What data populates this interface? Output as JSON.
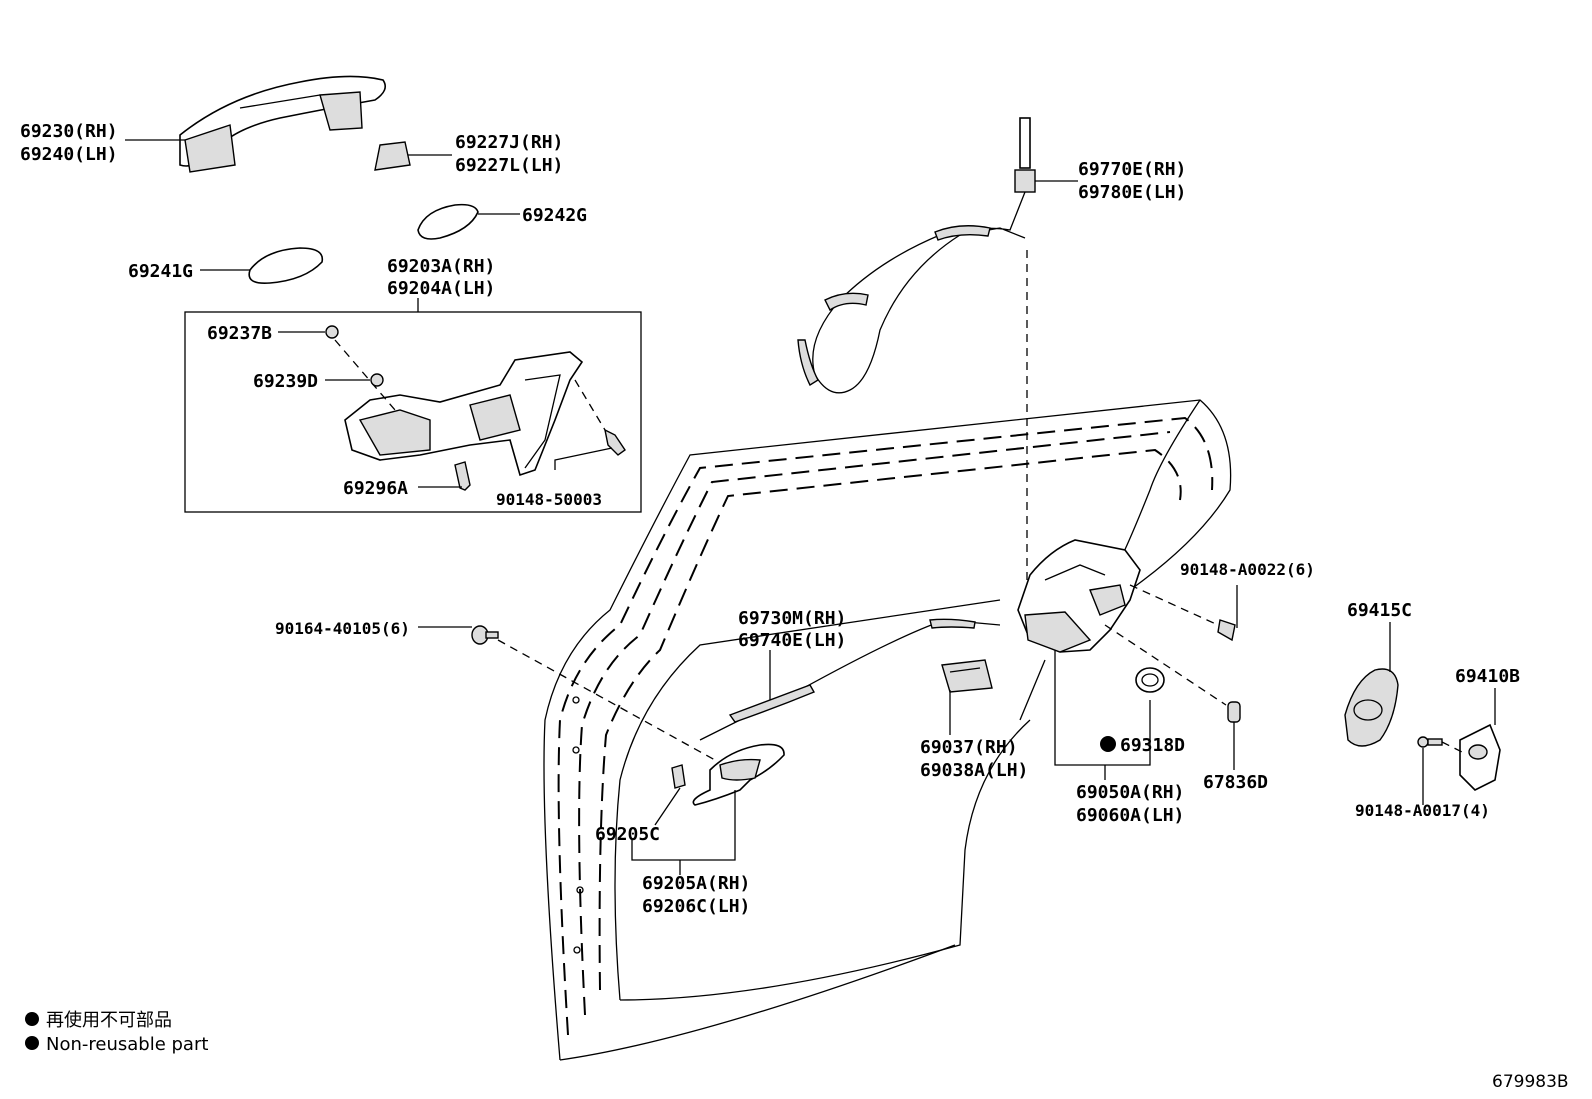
{
  "labels": {
    "handle_outer_rh": "69230(RH)",
    "handle_outer_lh": "69240(LH)",
    "cover_rh": "69227J(RH)",
    "cover_lh": "69227L(LH)",
    "pad_242g": "69242G",
    "pad_241g": "69241G",
    "frame_rh": "69203A(RH)",
    "frame_lh": "69204A(LH)",
    "p69237b": "69237B",
    "p69239d": "69239D",
    "p69296a": "69296A",
    "bolt_50003": "90148-50003",
    "cable_rh": "69770E(RH)",
    "cable_lh": "69780E(LH)",
    "bolt_a0022": "90148-A0022(6)",
    "bolt_40105": "90164-40105(6)",
    "rod_rh": "69730M(RH)",
    "rod_lh": "69740E(LH)",
    "p69415c": "69415C",
    "p69410b": "69410B",
    "cover69037_rh": "69037(RH)",
    "cover69038_lh": "69038A(LH)",
    "p69318d": "69318D",
    "lock_rh": "69050A(RH)",
    "lock_lh": "69060A(LH)",
    "p67836d": "67836D",
    "bolt_a0017": "90148-A0017(4)",
    "p69205c": "69205C",
    "inner_rh": "69205A(RH)",
    "inner_lh": "69206C(LH)"
  },
  "legend": {
    "line1": "再使用不可部品",
    "line2": "Non-reusable part"
  },
  "diagram_code": "679983B"
}
